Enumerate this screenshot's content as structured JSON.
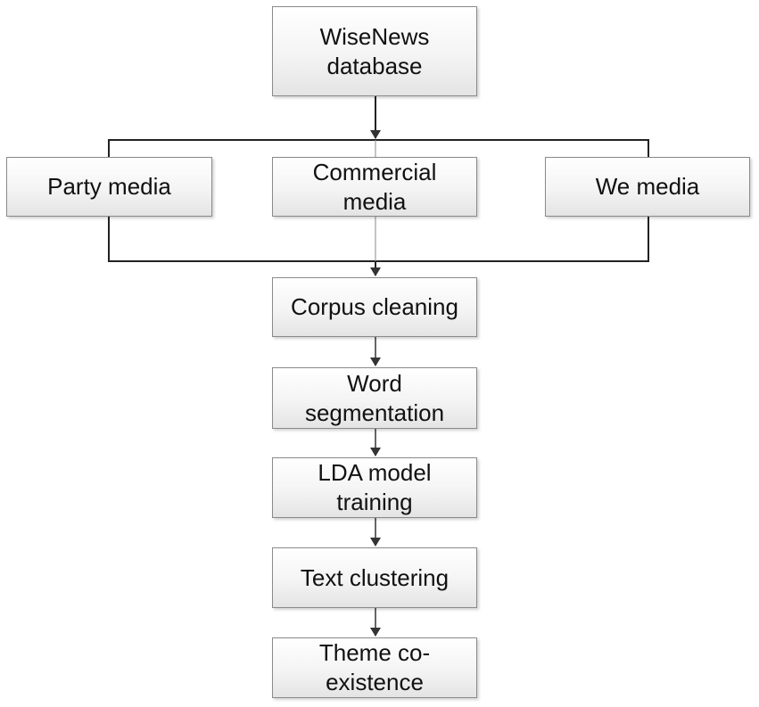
{
  "nodes": {
    "wisenews": "WiseNews database",
    "party": "Party media",
    "commercial": "Commercial media",
    "wemedia": "We media",
    "cleaning": "Corpus cleaning",
    "segmentation": "Word segmentation",
    "lda": "LDA model training",
    "clustering": "Text clustering",
    "theme": "Theme co-existence"
  },
  "colors": {
    "line": "#222222",
    "arrow": "#333333",
    "box_border": "#8a8a8a"
  }
}
